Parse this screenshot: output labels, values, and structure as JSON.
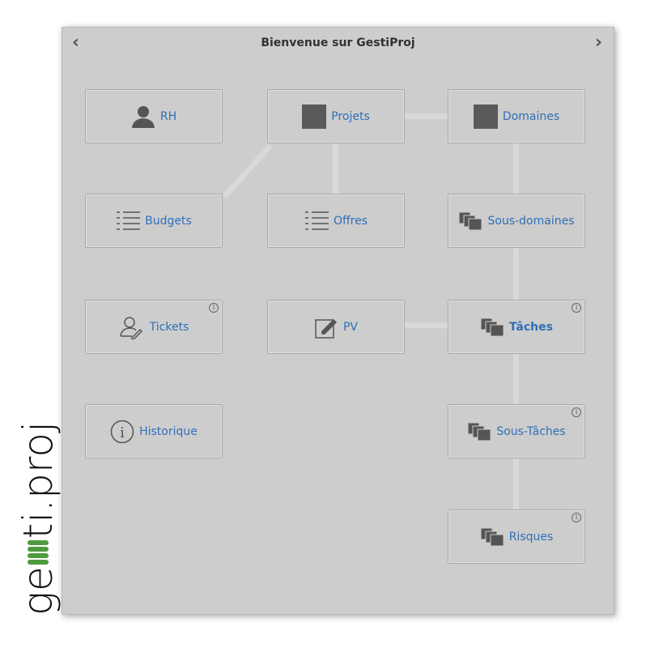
{
  "header": {
    "title": "Bienvenue sur GestiProj",
    "prev": "‹",
    "next": "›"
  },
  "logo": {
    "text_left": "ge",
    "text_right": "ti.proj",
    "full": "gesti.proj",
    "accent": "#4f9a3c"
  },
  "tiles": [
    {
      "label": "RH",
      "icon": "user-icon",
      "info": false
    },
    {
      "label": "Projets",
      "icon": "square-icon",
      "info": false
    },
    {
      "label": "Domaines",
      "icon": "square-icon",
      "info": false
    },
    {
      "label": "Budgets",
      "icon": "list-icon",
      "info": false
    },
    {
      "label": "Offres",
      "icon": "list-icon",
      "info": false
    },
    {
      "label": "Sous-domaines",
      "icon": "stack-icon",
      "info": false
    },
    {
      "label": "Tickets",
      "icon": "user-edit-icon",
      "info": true
    },
    {
      "label": "PV",
      "icon": "edit-icon",
      "info": false
    },
    {
      "label": "Tâches",
      "icon": "stack-icon",
      "info": true
    },
    {
      "label": "Historique",
      "icon": "info-circle-icon",
      "info": false
    },
    {
      "label": "Sous-Tâches",
      "icon": "stack-icon",
      "info": true
    },
    {
      "label": "Risques",
      "icon": "stack-icon",
      "info": true
    }
  ],
  "info_glyph": "i"
}
